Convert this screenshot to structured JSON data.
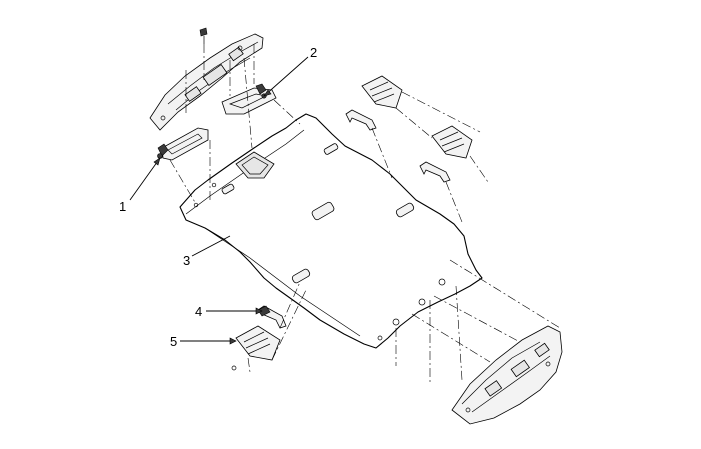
{
  "callouts": [
    {
      "id": "1",
      "label": "1"
    },
    {
      "id": "2",
      "label": "2"
    },
    {
      "id": "3",
      "label": "3"
    },
    {
      "id": "4",
      "label": "4"
    },
    {
      "id": "5",
      "label": "5"
    }
  ],
  "colors": {
    "line": "#000000",
    "fill": "#ffffff",
    "shade": "#e6e6e6"
  }
}
